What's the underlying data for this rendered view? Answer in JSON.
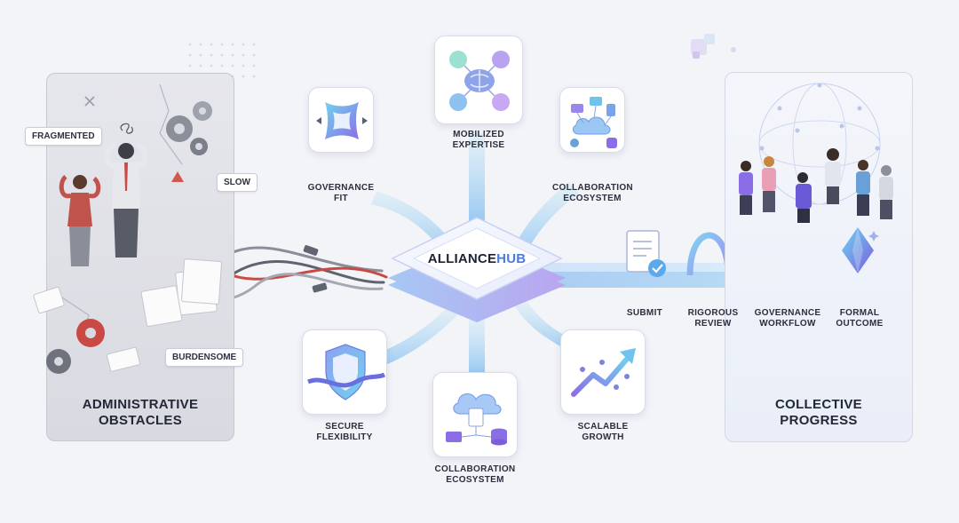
{
  "hub": {
    "label_main": "ALLIANCE",
    "label_accent": "HUB",
    "accent_color": "#4c7bd9"
  },
  "left_panel": {
    "title_line1": "ADMINISTRATIVE",
    "title_line2": "OBSTACLES",
    "tags": {
      "fragmented": "FRAGMENTED",
      "slow": "SLOW",
      "burdensome": "BURDENSOME"
    }
  },
  "right_panel": {
    "title_line1": "COLLECTIVE",
    "title_line2": "PROGRESS"
  },
  "pillars": {
    "governance_fit": {
      "line1": "GOVERNANCE",
      "line2": "FIT",
      "icon": "frame-icon"
    },
    "mobilized_expertise": {
      "line1": "MOBILIZED",
      "line2": "EXPERTISE",
      "icon": "brain-network-icon"
    },
    "collab_top": {
      "line1": "COLLABORATION",
      "line2": "ECOSYSTEM",
      "icon": "cloud-network-icon"
    },
    "secure_flexibility": {
      "line1": "SECURE",
      "line2": "FLEXIBILITY",
      "icon": "shield-icon"
    },
    "collab_bottom": {
      "line1": "COLLABORATION",
      "line2": "ECOSYSTEM",
      "icon": "cloud-database-icon"
    },
    "scalable_growth": {
      "line1": "SCALABLE",
      "line2": "GROWTH",
      "icon": "growth-chart-icon"
    }
  },
  "workflow": {
    "submit": "SUBMIT",
    "review_line1": "RIGOROUS",
    "review_line2": "REVIEW",
    "gov_line1": "GOVERNANCE",
    "gov_line2": "WORKFLOW",
    "outcome_line1": "FORMAL",
    "outcome_line2": "OUTCOME"
  },
  "colors": {
    "purple": "#8b6ee6",
    "blue": "#5aa9ec",
    "cyan": "#6fd3ee",
    "red": "#c94a44"
  }
}
